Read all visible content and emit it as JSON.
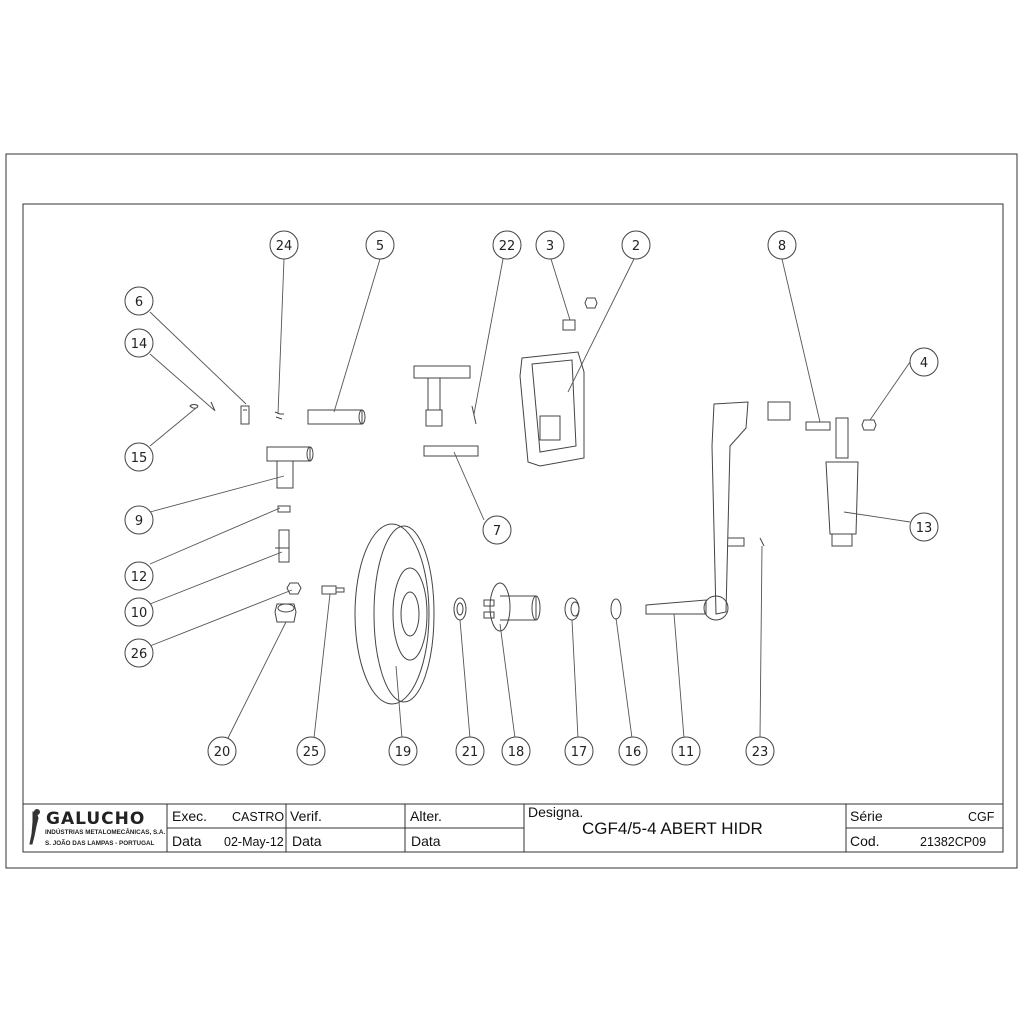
{
  "balloons": [
    {
      "label": "24"
    },
    {
      "label": "5"
    },
    {
      "label": "22"
    },
    {
      "label": "3"
    },
    {
      "label": "2"
    },
    {
      "label": "8"
    },
    {
      "label": "6"
    },
    {
      "label": "14"
    },
    {
      "label": "4"
    },
    {
      "label": "15"
    },
    {
      "label": "9"
    },
    {
      "label": "7"
    },
    {
      "label": "13"
    },
    {
      "label": "12"
    },
    {
      "label": "10"
    },
    {
      "label": "26"
    },
    {
      "label": "20"
    },
    {
      "label": "25"
    },
    {
      "label": "19"
    },
    {
      "label": "21"
    },
    {
      "label": "18"
    },
    {
      "label": "17"
    },
    {
      "label": "16"
    },
    {
      "label": "11"
    },
    {
      "label": "23"
    }
  ],
  "titleblock": {
    "company_name": "GALUCHO",
    "company_line1": "INDÚSTRIAS METALOMECÂNICAS, S.A.",
    "company_line2": "S. JOÃO DAS LAMPAS - PORTUGAL",
    "exec_label": "Exec.",
    "exec_value": "CASTRO",
    "data_label": "Data",
    "data_value": "02-May-12",
    "verif_label": "Verif.",
    "verif_data_label": "Data",
    "alter_label": "Alter.",
    "alter_data_label": "Data",
    "designa_label": "Designa.",
    "designa_value": "CGF4/5-4 ABERT HIDR",
    "serie_label": "Série",
    "serie_value": "CGF",
    "cod_label": "Cod.",
    "cod_value": "21382CP09"
  }
}
